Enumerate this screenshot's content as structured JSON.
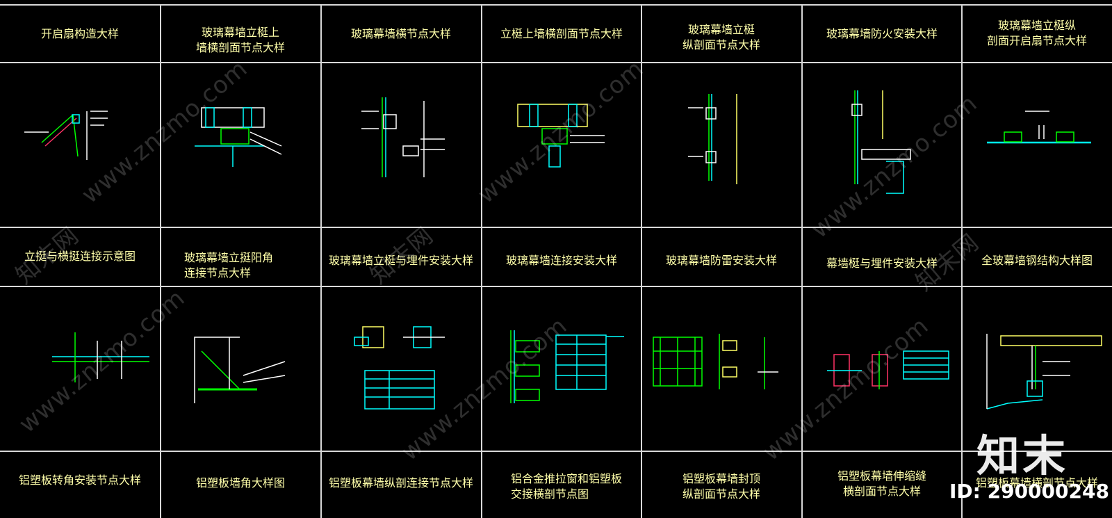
{
  "colors": {
    "background": "#000000",
    "grid": "#d8d8d8",
    "title": "#ffffaa",
    "green": "#00ff00",
    "cyan": "#00ffff",
    "white": "#ffffff",
    "yellow": "#ffff66",
    "magenta": "#ff3366"
  },
  "row1": [
    {
      "line1": "开启扇构造大样",
      "line2": ""
    },
    {
      "line1": "玻璃幕墙立梃上",
      "line2": "墙横剖面节点大样"
    },
    {
      "line1": "玻璃幕墙横节点大样",
      "line2": ""
    },
    {
      "line1": "立梃上墙横剖面节点大样",
      "line2": ""
    },
    {
      "line1": "玻璃幕墙立梃",
      "line2": "纵剖面节点大样"
    },
    {
      "line1": "玻璃幕墙防火安装大样",
      "line2": ""
    },
    {
      "line1": "玻璃幕墙立梃纵",
      "line2": "剖面开启扇节点大样"
    }
  ],
  "row2": [
    {
      "line1": "立挺与横挺连接示意图",
      "line2": ""
    },
    {
      "line1": "玻璃幕墙立挺阳角",
      "line2": "连接节点大样"
    },
    {
      "line1": "玻璃幕墙立梃与埋件安装大样",
      "line2": ""
    },
    {
      "line1": "玻璃幕墙连接安装大样",
      "line2": ""
    },
    {
      "line1": "玻璃幕墙防雷安装大样",
      "line2": ""
    },
    {
      "line1": "幕墙梃与埋件安装大样",
      "line2": ""
    },
    {
      "line1": "全玻幕墙钢结构大样图",
      "line2": ""
    }
  ],
  "row3": [
    {
      "line1": "铝塑板转角安装节点大样",
      "line2": ""
    },
    {
      "line1": "铝塑板墙角大样图",
      "line2": ""
    },
    {
      "line1": "铝塑板幕墙纵剖连接节点大样",
      "line2": ""
    },
    {
      "line1": "铝合金推拉窗和铝塑板",
      "line2": "交接横剖节点图"
    },
    {
      "line1": "铝塑板幕墙封顶",
      "line2": "纵剖面节点大样"
    },
    {
      "line1": "铝塑板幕墙伸缩缝",
      "line2": "横剖面节点大样"
    },
    {
      "line1": "铝塑板幕墙横剖节点大样",
      "line2": ""
    }
  ],
  "watermark": {
    "site": "www.znzmo.com",
    "cn": "知末网"
  },
  "brand": {
    "logo": "知末",
    "id": "ID: 290000248"
  }
}
